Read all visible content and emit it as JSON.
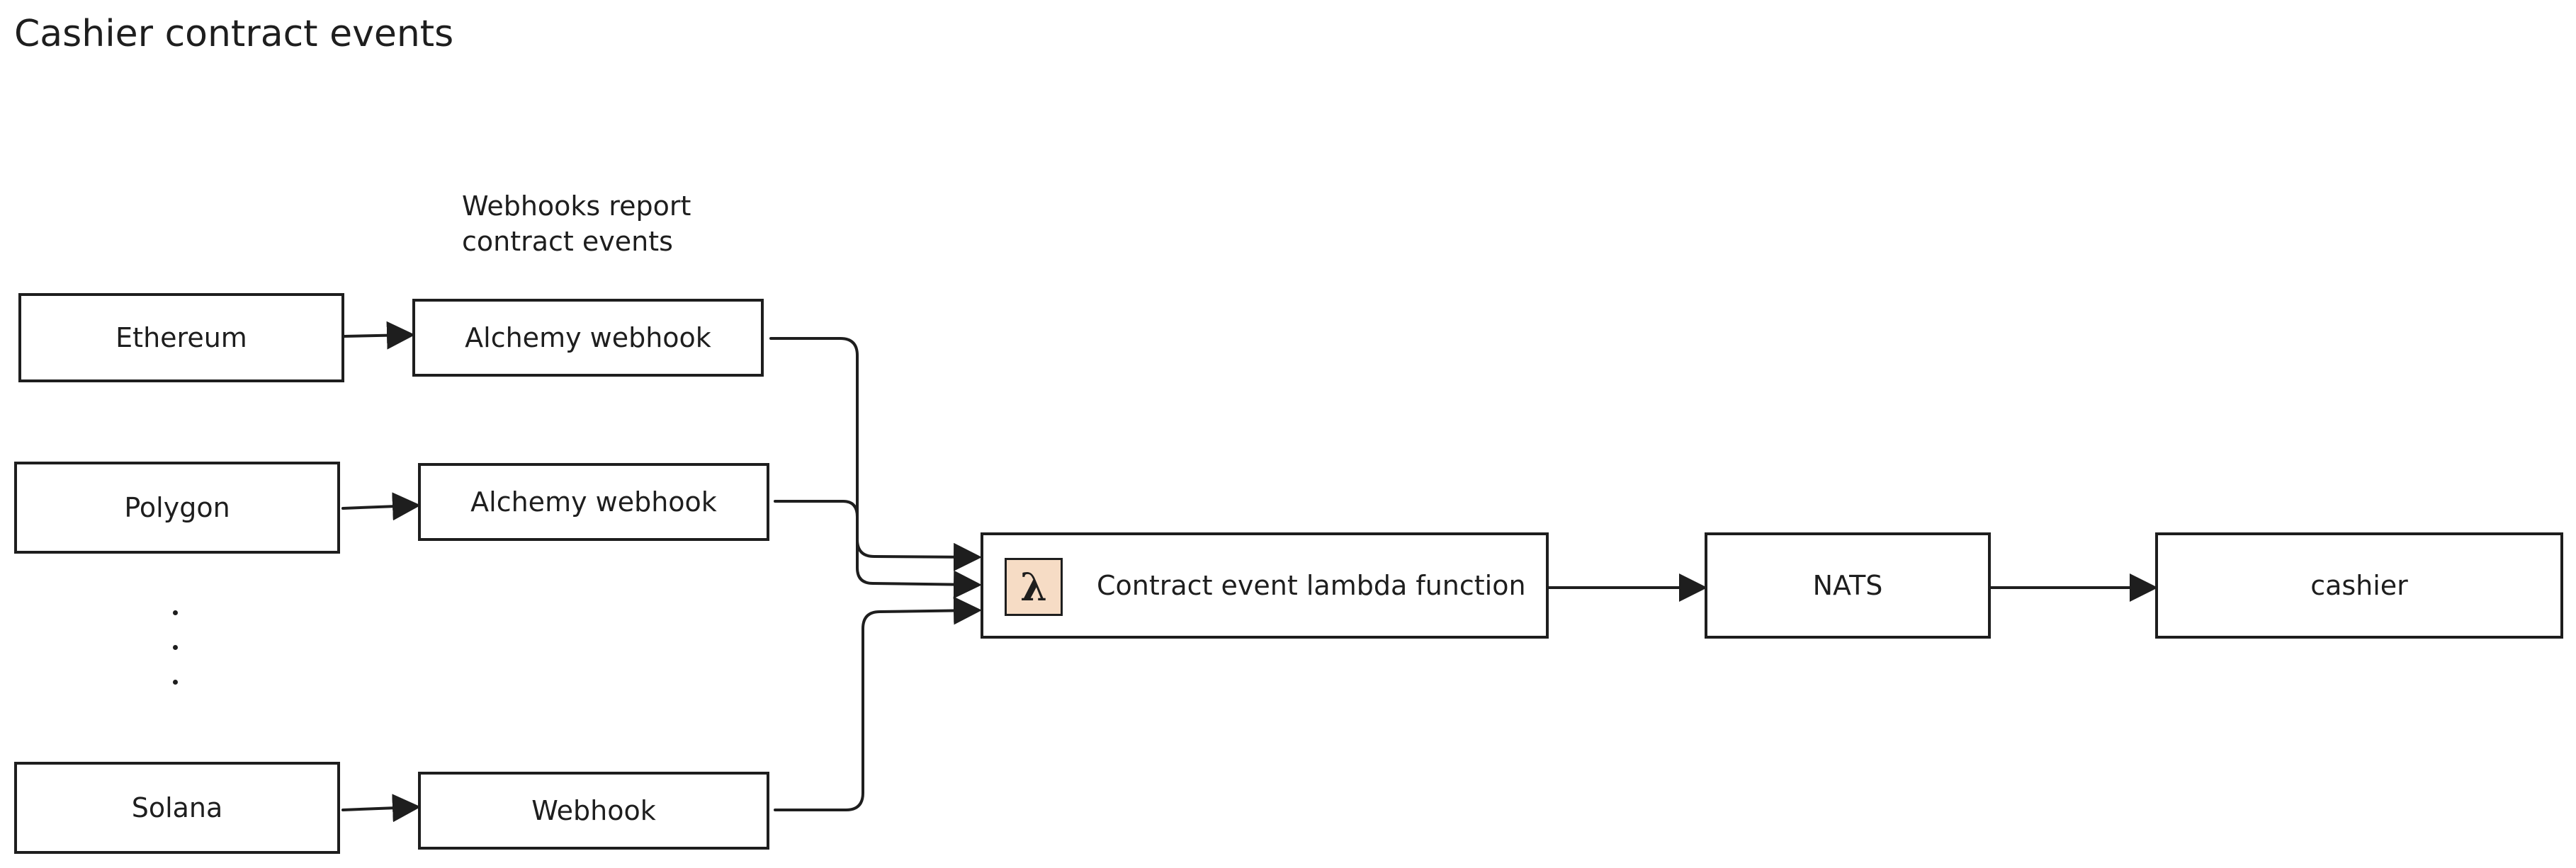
{
  "title": "Cashier contract events",
  "note": {
    "line1": "Webhooks report",
    "line2": "contract events"
  },
  "chains": [
    {
      "label": "Ethereum"
    },
    {
      "label": "Polygon"
    },
    {
      "label": "Solana"
    }
  ],
  "webhooks": [
    {
      "label": "Alchemy webhook"
    },
    {
      "label": "Alchemy webhook"
    },
    {
      "label": "Webhook"
    }
  ],
  "lambda": {
    "icon": "lambda-icon",
    "icon_glyph": "λ",
    "icon_color": "#f6dcc5",
    "label": "Contract event lambda function"
  },
  "nats": {
    "label": "NATS"
  },
  "cashier": {
    "label": "cashier"
  },
  "colors": {
    "stroke": "#1e1e1e",
    "background": "#ffffff"
  }
}
